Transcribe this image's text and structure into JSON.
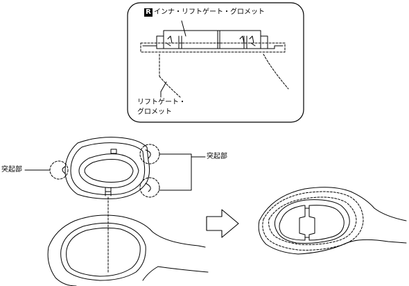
{
  "inset": {
    "badge": "R",
    "title": "インナ・リフトゲート・グロメット",
    "part_label_line1": "リフトゲート・",
    "part_label_line2": "グロメット"
  },
  "callouts": {
    "left": "突起部",
    "right": "突起部"
  },
  "icons": {
    "arrow": "outline-right-arrow-icon"
  }
}
